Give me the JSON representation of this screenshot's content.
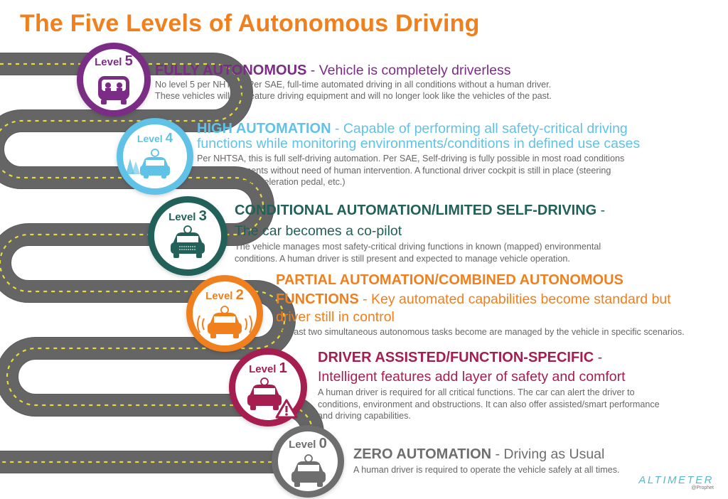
{
  "title": "The Five Levels of Autonomous Driving",
  "levels": [
    {
      "label": "Level",
      "number": "5",
      "color": "#7b2c85",
      "heading_name": "FULLY AUTONOMOUS",
      "heading_tagline": " - Vehicle is completely driverless",
      "description": [
        "No level 5 per NHTSA. Per SAE, full-time automated driving in all conditions without a human driver.",
        "These vehicles will not feature driving equipment and will no longer look like the vehicles of the past."
      ]
    },
    {
      "label": "Level",
      "number": "4",
      "color": "#5fc2e6",
      "heading_name": "HIGH AUTOMATION",
      "heading_tagline": " - Capable of performing all safety-critical driving",
      "heading_line2": "functions while monitoring environments/conditions in defined use cases",
      "description": [
        "Per NHTSA, this is full self-driving automation. Per SAE, Self-driving is fully possible in most road conditions",
        "and environments without need of human intervention. A functional driver cockpit is still in place (steering",
        "wheel, brake/acceleration pedal, etc.)"
      ]
    },
    {
      "label": "Level",
      "number": "3",
      "color": "#22605a",
      "heading_name": "CONDITIONAL AUTOMATION/LIMITED SELF-DRIVING",
      "heading_tagline": " -",
      "heading_line2": "The car becomes a co-pilot",
      "description": [
        "The vehicle manages most safety-critical driving functions in known (mapped) environmental",
        "conditions. A human driver is still present and expected to manage vehicle operation."
      ]
    },
    {
      "label": "Level",
      "number": "2",
      "color": "#f07f1e",
      "heading_name": "PARTIAL AUTOMATION/COMBINED AUTONOMOUS",
      "heading_name2": "FUNCTIONS",
      "heading_tagline": " - Key automated capabilities become standard but",
      "heading_line3": "driver still in control",
      "description": [
        "At least two simultaneous autonomous tasks become are managed by the vehicle in specific scenarios."
      ]
    },
    {
      "label": "Level",
      "number": "1",
      "color": "#a51e4f",
      "heading_name": "DRIVER ASSISTED/FUNCTION-SPECIFIC",
      "heading_tagline": " -",
      "heading_line2": "Intelligent features add layer of safety and comfort",
      "description": [
        "A human driver is required for all critical functions. The car can alert the driver to",
        "conditions, environment and obstructions. It can also offer assisted/smart performance",
        "and driving capabilities."
      ]
    },
    {
      "label": "Level",
      "number": "0",
      "color": "#6e6e6e",
      "heading_name": "ZERO AUTOMATION",
      "heading_tagline": " - Driving as Usual",
      "description": [
        "A human driver is required to operate the vehicle safely at all times."
      ]
    }
  ],
  "logo": {
    "main": "ALTIMETER",
    "sub": "@Prophet",
    "color": "#5bb8c8"
  },
  "colors": {
    "title": "#f07f1e",
    "road": "#5a5a5a",
    "road_marking": "#e8dc3c"
  },
  "icons": {
    "level5": "driverless-pod-icon",
    "level4": "car-with-trees-icon",
    "level3": "car-copilot-icon",
    "level2": "car-sensor-waves-icon",
    "level1": "car-warning-icon",
    "level0": "car-manual-icon"
  }
}
